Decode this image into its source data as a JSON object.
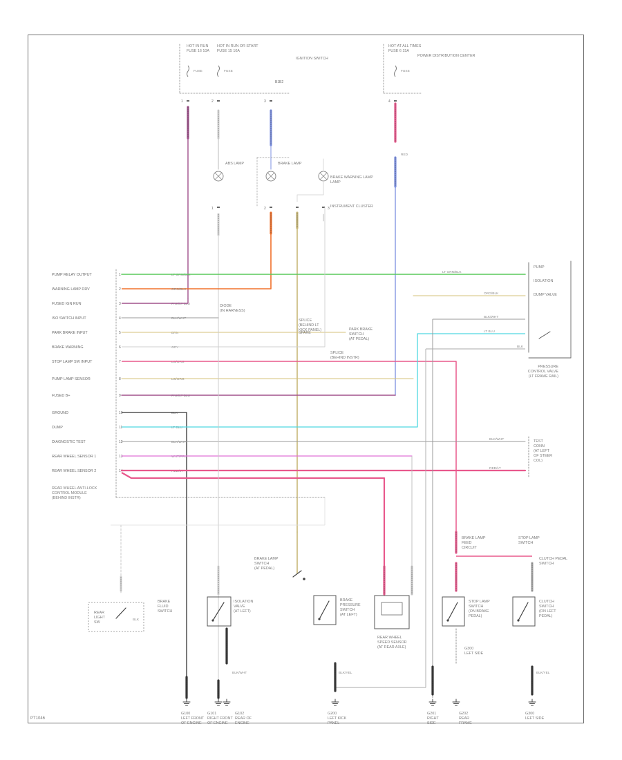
{
  "figure_id": "PT1046",
  "colors": {
    "frame": "#6e6e6e",
    "pink": "#e8588c",
    "green": "#58c85a",
    "orange": "#f0702a",
    "violet": "#a0508c",
    "blue": "#7b8fe0",
    "tan": "#d6c07a",
    "olive": "#c8b878",
    "cyan": "#4fd8e0",
    "magenta": "#e070d8",
    "gray": "#9a9a9a",
    "black": "#333333",
    "white": "#d8d8d8"
  },
  "top": {
    "fuse_left": [
      "HOT IN RUN",
      "FUSE 16 10A"
    ],
    "fuse_mid": [
      "HOT IN RUN OR START",
      "FUSE 15 10A"
    ],
    "ignition": "IGNITION SWITCH",
    "fuse_right": [
      "HOT AT ALL TIMES",
      "FUSE 6 15A"
    ],
    "fuse_right_box": [
      "POWER DISTRIBUTION CENTER"
    ],
    "lamp1": "ABS LAMP",
    "lamp2": "BRAKE LAMP",
    "lamp3": "BRAKE WARNING LAMP",
    "cluster": "INSTRUMENT CLUSTER",
    "red_label": "RED"
  },
  "module": {
    "title": [
      "REAR WHEEL ANTI-LOCK",
      "CONTROL MODULE",
      "(BEHIND INSTR)"
    ],
    "pins": [
      {
        "n": "1",
        "label": "PUMP RELAY OUTPUT",
        "code": "LT GRN/BLK"
      },
      {
        "n": "2",
        "label": "WARNING LAMP DRV",
        "code": "ORG/BLK"
      },
      {
        "n": "3",
        "label": "FUSED IGN RUN",
        "code": "PNK/LT BLU"
      },
      {
        "n": "4",
        "label": "ISO SWITCH INPUT",
        "code": "BLK/WHT"
      },
      {
        "n": "5",
        "label": "PARK BRAKE INPUT",
        "code": "BRN"
      },
      {
        "n": "6",
        "label": "BRAKE WARNING",
        "code": "GRY"
      },
      {
        "n": "7",
        "label": "STOP LAMP SW INPUT",
        "code": "LG/ORG"
      },
      {
        "n": "8",
        "label": "PUMP LAMP SENSOR",
        "code": "LG/ORG"
      },
      {
        "n": "9",
        "label": "FUSED B+",
        "code": "PNK/LT BLU"
      },
      {
        "n": "10",
        "label": "GROUND",
        "code": "BLK"
      },
      {
        "n": "11",
        "label": "DUMP",
        "code": "LT BLU"
      },
      {
        "n": "12",
        "label": "DIAGNOSTIC TEST",
        "code": "BLK/WHT"
      },
      {
        "n": "13",
        "label": "REAR WHEEL SENSOR 1",
        "code": "WHT/PPL"
      },
      {
        "n": "14",
        "label": "REAR WHEEL SENSOR 2",
        "code": "RED/LT"
      }
    ]
  },
  "right": {
    "valve_title": [
      "PUMP",
      "ISOLATION",
      "DUMP VALVE"
    ],
    "valve_box": [
      "PRESSURE",
      "CONTROL VALVE",
      "(LT FRAME RAIL)"
    ],
    "valve_codes": [
      "LT GRN/BLK",
      "ORG/BLK",
      "BLK/WHT",
      "LT BLU",
      "BLK"
    ],
    "test": [
      "TEST",
      "CONN",
      "(AT LEFT",
      "OF STEER",
      "COL)"
    ],
    "test_codes": [
      "BLK/WHT",
      "RED/LT"
    ]
  },
  "mid": {
    "diode": [
      "DIODE",
      "(IN HARNESS)"
    ],
    "park_relay": [
      "PARK BRAKE",
      "SWITCH",
      "(AT PEDAL)"
    ],
    "splice_a": [
      "SPLICE",
      "(BEHIND LT",
      "KICK PANEL)"
    ],
    "splice_b": [
      "SPLICE",
      "(BEHIND INSTR)"
    ],
    "spare": "SPARE",
    "module_note": [
      "CLUTCH PEDAL",
      "SWITCH"
    ]
  },
  "bottom": {
    "sw1": [
      "REAR",
      "LIGHT",
      "SW"
    ],
    "sw2": [
      "BRAKE",
      "FLUID",
      "SWITCH"
    ],
    "sw3": [
      "ISOLATION",
      "VALVE",
      "(AT LEFT)"
    ],
    "sw4": [
      "BRAKE",
      "PRESSURE",
      "SWITCH",
      "(AT LEFT)"
    ],
    "sw5": [
      "REAR WHEEL",
      "SPEED SENSOR",
      "(AT REAR AXLE)"
    ],
    "sw6": [
      "STOP LAMP",
      "SWITCH",
      "(ON BRAKE",
      "PEDAL)"
    ],
    "sw7": [
      "CLUTCH",
      "SWITCH",
      "(ON LEFT",
      "PEDAL)"
    ],
    "g1": [
      "G100",
      "LEFT FRONT",
      "OF ENGINE"
    ],
    "g2": [
      "G101",
      "RIGHT FRONT",
      "OF ENGINE"
    ],
    "g3": [
      "G102",
      "REAR OF",
      "ENGINE"
    ],
    "g4": [
      "G200",
      "LEFT KICK",
      "PANEL"
    ],
    "g5": [
      "G201",
      "RIGHT",
      "SIDE"
    ],
    "g6": [
      "G202",
      "REAR",
      "FRAME"
    ],
    "g7": [
      "G300",
      "LEFT SIDE"
    ],
    "stop_note": [
      "BRAKE LAMP",
      "SWITCH",
      "(AT PEDAL)"
    ],
    "stop_note2": [
      "BRAKE LAMP",
      "FEED",
      "CIRCUIT"
    ],
    "stop_note3": [
      "STOP LAMP",
      "SWITCH"
    ],
    "codes": [
      "BLK",
      "BLK/WHT",
      "BLK/YEL",
      "BLK/YEL",
      "BLK",
      "BLK/YEL"
    ]
  }
}
